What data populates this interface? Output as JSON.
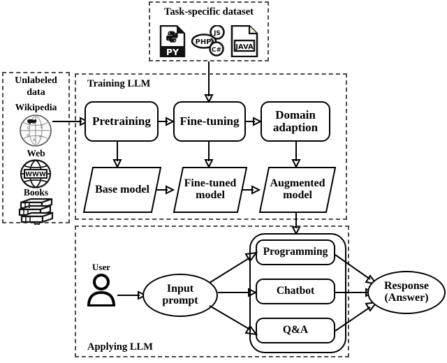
{
  "diagram": {
    "title_visible": false,
    "groups": [
      {
        "id": "dataset",
        "label": "Task-specific dataset"
      },
      {
        "id": "unlabeled",
        "label": "Unlabeled\ndata",
        "label_line1": "Unlabeled",
        "label_line2": "data"
      },
      {
        "id": "training",
        "label": "Training LLM"
      },
      {
        "id": "applying",
        "label": "Applying LLM"
      }
    ]
  },
  "dataset": {
    "title": "Task-specific dataset",
    "icons": [
      {
        "name": "python-file-icon",
        "label": "PY"
      },
      {
        "name": "php-icon",
        "label": "PHP"
      },
      {
        "name": "js-icon",
        "label": "JS"
      },
      {
        "name": "csharp-icon",
        "label": "C#"
      },
      {
        "name": "java-file-icon",
        "label": "JAVA"
      }
    ]
  },
  "unlabeled": {
    "title_line1": "Unlabeled",
    "title_line2": "data",
    "sources": [
      {
        "name": "wikipedia-icon",
        "label": "Wikipedia"
      },
      {
        "name": "web-icon",
        "label": "Web",
        "glyph": "WWW"
      },
      {
        "name": "books-icon",
        "label": "Books"
      }
    ]
  },
  "training": {
    "label": "Training LLM",
    "stages": [
      {
        "id": "pretraining",
        "label": "Pretraining"
      },
      {
        "id": "fine-tuning",
        "label": "Fine-tuning"
      },
      {
        "id": "domain-adaption",
        "label_line1": "Domain",
        "label_line2": "adaption"
      }
    ],
    "models": [
      {
        "id": "base-model",
        "label_line1": "Base model",
        "label_line2": ""
      },
      {
        "id": "fine-tuned-model",
        "label_line1": "Fine-tuned",
        "label_line2": "model"
      },
      {
        "id": "augmented-model",
        "label_line1": "Augmented",
        "label_line2": "model"
      }
    ]
  },
  "applying": {
    "label": "Applying LLM",
    "user": {
      "label": "User",
      "icon": "user-icon"
    },
    "input_prompt": {
      "label_line1": "Input",
      "label_line2": "prompt"
    },
    "tasks": [
      {
        "id": "programming",
        "label": "Programming"
      },
      {
        "id": "chatbot",
        "label": "Chatbot"
      },
      {
        "id": "qa",
        "label": "Q&A"
      }
    ],
    "response": {
      "label_line1": "Response",
      "label_line2": "(Answer)"
    }
  },
  "colors": {
    "stroke": "#000000",
    "dashed_border": "#4a4a4a",
    "background": "#ffffff",
    "icon_dark": "#1a1a1a"
  }
}
